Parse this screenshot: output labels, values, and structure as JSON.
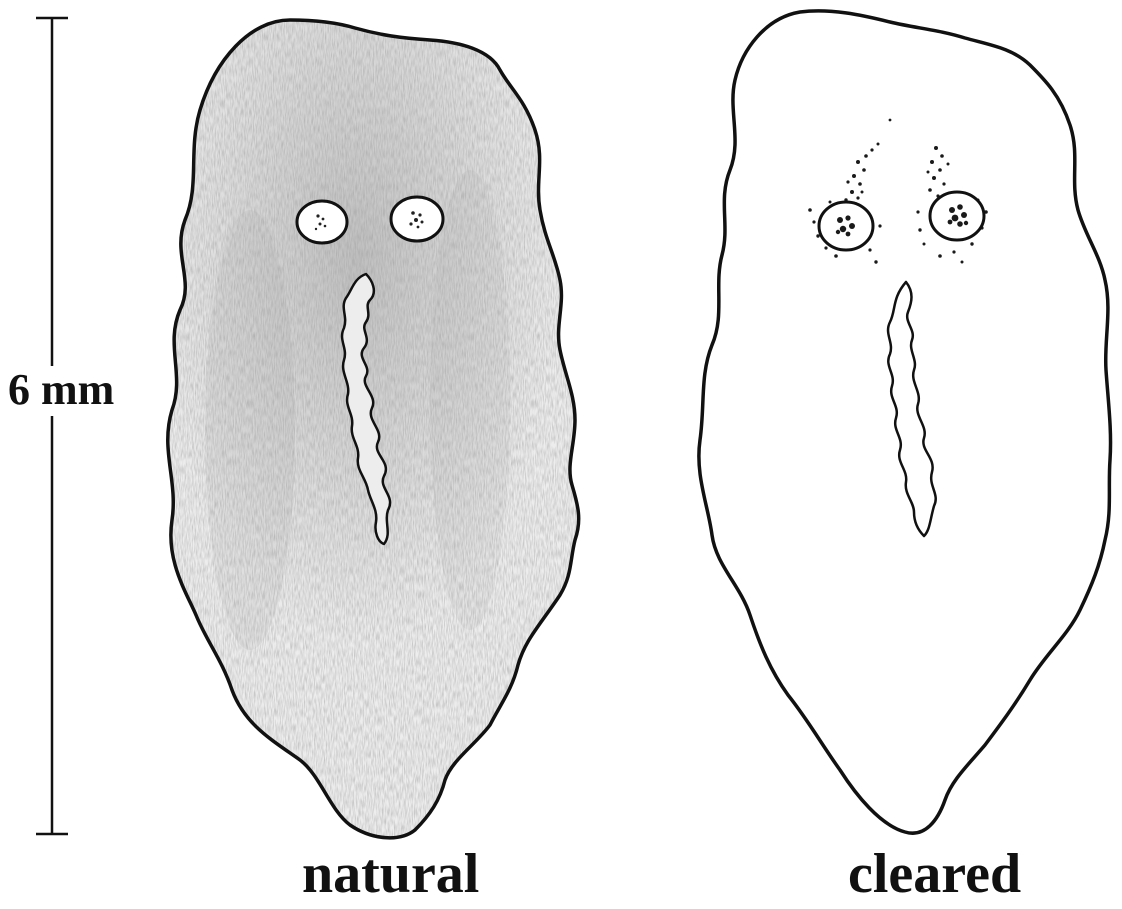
{
  "scale_bar": {
    "label": "6 mm"
  },
  "specimens": [
    {
      "id": "natural",
      "label": "natural",
      "shading": "stippled-grey"
    },
    {
      "id": "cleared",
      "label": "cleared",
      "shading": "none"
    }
  ],
  "colors": {
    "ink": "#111111",
    "stipple": "#8c8c8c",
    "background": "#ffffff"
  }
}
